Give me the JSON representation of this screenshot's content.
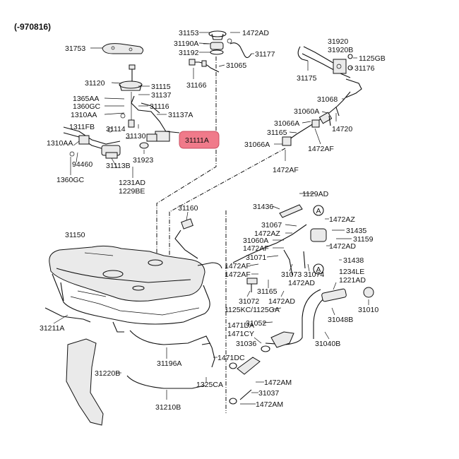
{
  "diagram": {
    "version_label": "(-970816)",
    "callouts": {
      "ref_a": "A"
    },
    "highlight": {
      "label": "31111A",
      "color": "#f07a8a"
    },
    "labels": {
      "l31153": "31153",
      "l1472AD_top": "1472AD",
      "l31190A": "31190A",
      "l31192": "31192",
      "l31177": "31177",
      "l31065": "31065",
      "l31166": "31166",
      "l31753": "31753",
      "l31920": "31920",
      "l31920B": "31920B",
      "l1125GB": "1125GB",
      "l31176": "31176",
      "l31175": "31175",
      "l31120": "31120",
      "l31115": "31115",
      "l31137": "31137",
      "l1365AA": "1365AA",
      "l1360GC_a": "1360GC",
      "l31116": "31116",
      "l1310AA_a": "1310AA",
      "l31137A": "31137A",
      "l31068": "31068",
      "l31060A_top": "31060A",
      "l31066A_a": "31066A",
      "l14720": "14720",
      "l31165_top": "31165",
      "l31066A_b": "31066A",
      "l1472AF_a": "1472AF",
      "l1472AF_b": "1472AF",
      "l1311FB": "1311FB",
      "l31114": "31114",
      "l31130": "31130",
      "l1310AA_b": "1310AA",
      "l31113B": "31113B",
      "l31923": "31923",
      "l94460": "94460",
      "l1360GC_b": "1360GC",
      "l1231AD": "1231AD",
      "l1229BE": "1229BE",
      "l1129AD": "1129AD",
      "l31436": "31436",
      "l31160": "31160",
      "l31067": "31067",
      "l1472AZ_a": "1472AZ",
      "l1472AZ_b": "1472AZ",
      "l31435": "31435",
      "l31060A_mid": "31060A",
      "l1472AF_c": "1472AF",
      "l31159": "31159",
      "l1472AD_mid": "1472AD",
      "l31071": "31071",
      "l31438": "31438",
      "l31150": "31150",
      "l1472AF_d": "1472AF",
      "l1472AF_e": "1472AF",
      "l31073": "31073",
      "l31074": "31074",
      "l1234LE": "1234LE",
      "l1221AD": "1221AD",
      "l1472AD_low": "1472AD",
      "l1472AD_low2": "1472AD",
      "l31165_low": "31165",
      "l31072": "31072",
      "l1125KC": "1125KC/1125GA",
      "l31010": "31010",
      "l31048B": "31048B",
      "l31211A": "31211A",
      "l31052": "31052",
      "l1471DA": "1471DA",
      "l1471CY": "1471CY",
      "l31036": "31036",
      "l31040B": "31040B",
      "l31196A": "31196A",
      "l1471DC": "1471DC",
      "l31220B": "31220B",
      "l1325CA": "1325CA",
      "l1472AM_a": "1472AM",
      "l31037": "31037",
      "l31210B": "31210B",
      "l1472AM_b": "1472AM"
    }
  }
}
